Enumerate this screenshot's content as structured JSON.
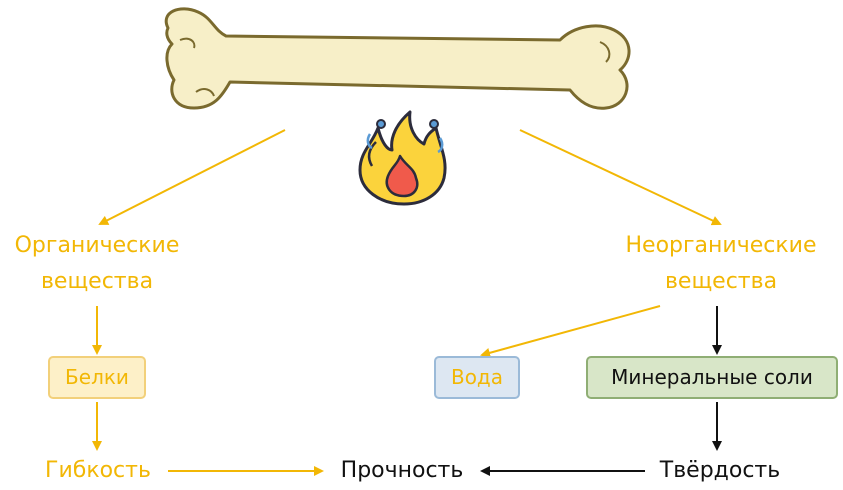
{
  "diagram": {
    "organic": "Органические\nвещества",
    "inorganic": "Неорганические\nвещества",
    "proteins": "Белки",
    "water": "Вода",
    "minerals": "Минеральные соли",
    "flexibility": "Гибкость",
    "strength": "Прочность",
    "hardness": "Твёрдость"
  },
  "icons": {
    "bone": "bone-icon",
    "fire": "fire-icon"
  },
  "colors": {
    "organic": "#f2b705",
    "inorganic_arrow": "#111111",
    "bone": "#f7efc8",
    "bone_outline": "#7a6a2e"
  }
}
